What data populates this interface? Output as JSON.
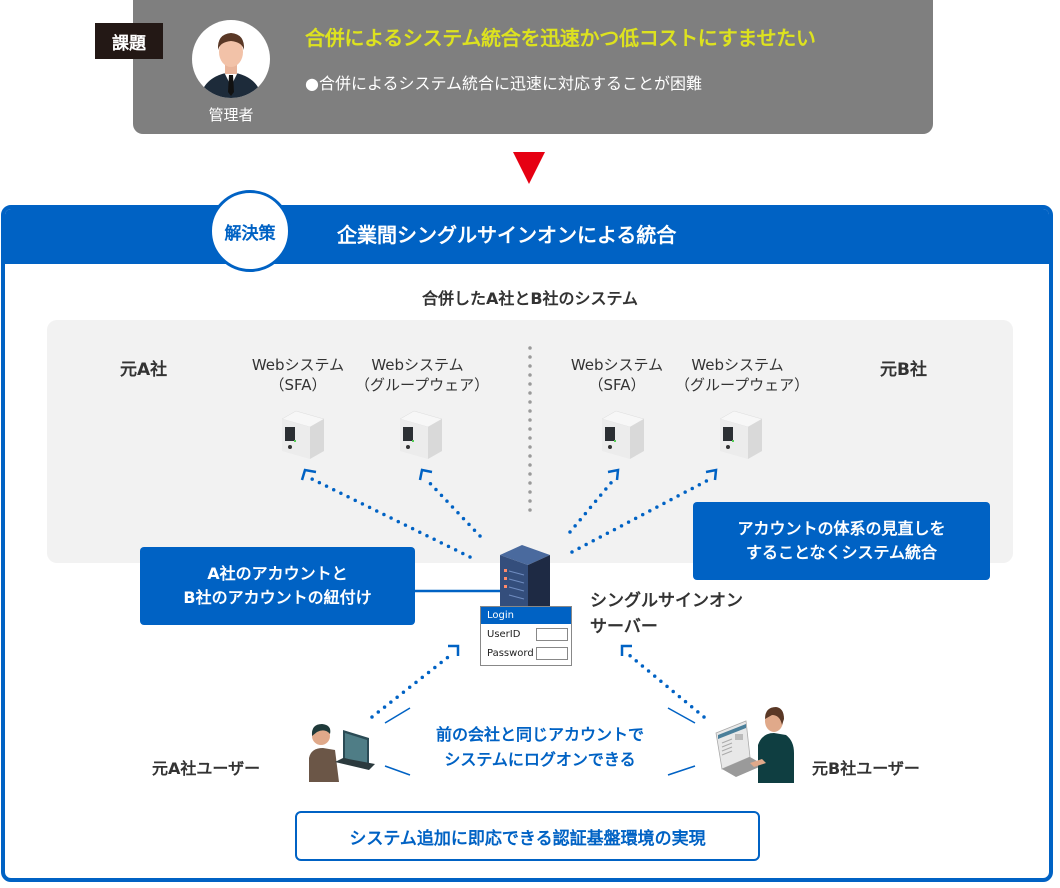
{
  "challenge": {
    "tag": "課題",
    "role_label": "管理者",
    "title": "合併によるシステム統合を迅速かつ低コストにすませたい",
    "point": "●合併によるシステム統合に迅速に対応することが困難"
  },
  "solution": {
    "badge": "解決策",
    "title": "企業間シングルサインオンによる統合",
    "systems_title": "合併したA社とB社のシステム",
    "company_a": "元A社",
    "company_b": "元B社",
    "systems": [
      {
        "line1": "Webシステム",
        "line2": "（SFA）"
      },
      {
        "line1": "Webシステム",
        "line2": "（グループウェア）"
      },
      {
        "line1": "Webシステム",
        "line2": "（SFA）"
      },
      {
        "line1": "Webシステム",
        "line2": "（グループウェア）"
      }
    ],
    "callout_right": {
      "line1": "アカウントの体系の見直しを",
      "line2": "することなくシステム統合"
    },
    "callout_left": {
      "line1": "A社のアカウントと",
      "line2": "B社のアカウントの紐付け"
    },
    "sso_server": {
      "line1": "シングルサインオン",
      "line2": "サーバー"
    },
    "login": {
      "header": "Login",
      "userid_label": "UserID",
      "password_label": "Password"
    },
    "user_a": "元A社ユーザー",
    "user_b": "元B社ユーザー",
    "logon_text": {
      "line1": "前の会社と同じアカウントで",
      "line2": "システムにログオンできる"
    },
    "result": "システム追加に即応できる認証基盤環境の実現"
  },
  "colors": {
    "brand_blue": "#0062c4",
    "challenge_gray": "#7f7f7f",
    "challenge_yellow": "#dde21f",
    "arrow_red": "#e60012",
    "panel_gray": "#f2f2f2"
  }
}
